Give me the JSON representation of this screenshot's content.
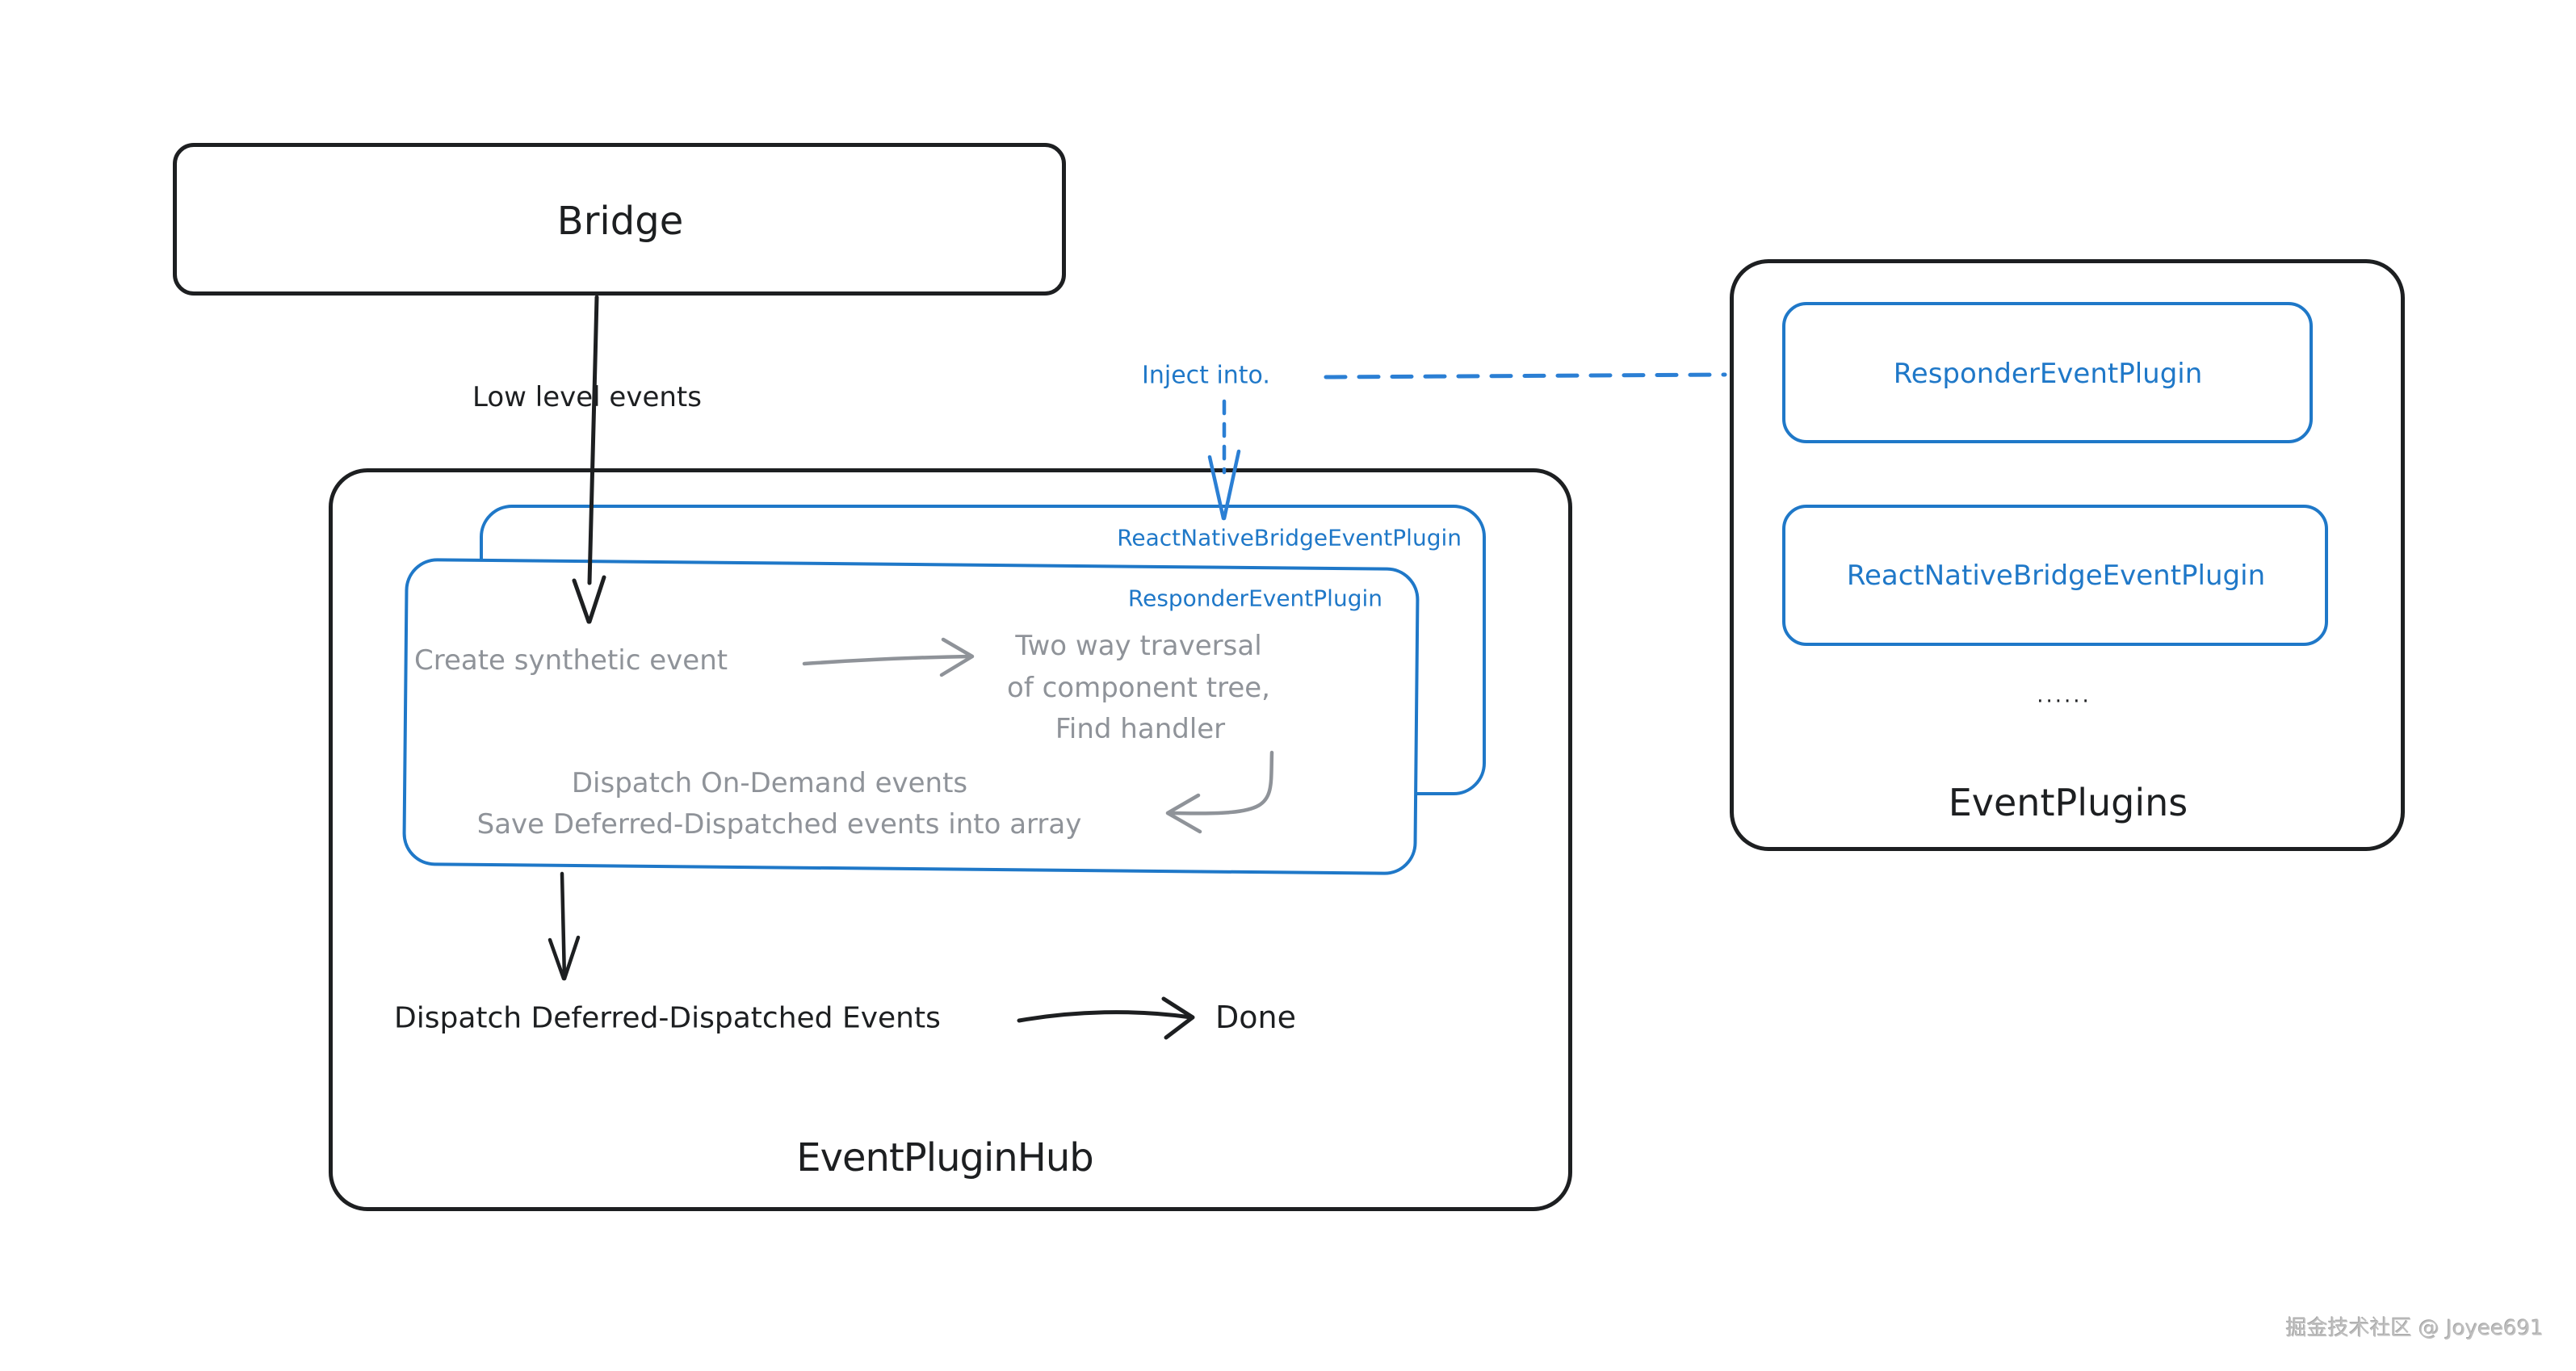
{
  "colors": {
    "background": "#ffffff",
    "ink_black": "#1d1f21",
    "accent_blue": "#1f78c8",
    "note_gray": "#8f9399",
    "watermark_gray": "#bfbfbf"
  },
  "bridge": {
    "label": "Bridge"
  },
  "edges": {
    "low_level_events": "Low level events",
    "inject_into": "Inject into."
  },
  "hub": {
    "title": "EventPluginHub",
    "plugin_stack": {
      "back_card": "ReactNativeBridgeEventPlugin",
      "front_card": "ResponderEventPlugin"
    },
    "steps": {
      "create": "Create synthetic event",
      "traverse_line1": "Two way traversal",
      "traverse_line2": "of component tree,",
      "traverse_line3": "Find handler",
      "dispatch_line1": "Dispatch On-Demand events",
      "dispatch_line2": "Save Deferred-Dispatched events into array",
      "deferred": "Dispatch Deferred-Dispatched Events",
      "done": "Done"
    }
  },
  "plugins_panel": {
    "title": "EventPlugins",
    "items": [
      "ResponderEventPlugin",
      "ReactNativeBridgeEventPlugin"
    ],
    "ellipsis": "······"
  },
  "watermark": "掘金技术社区 @ Joyee691"
}
